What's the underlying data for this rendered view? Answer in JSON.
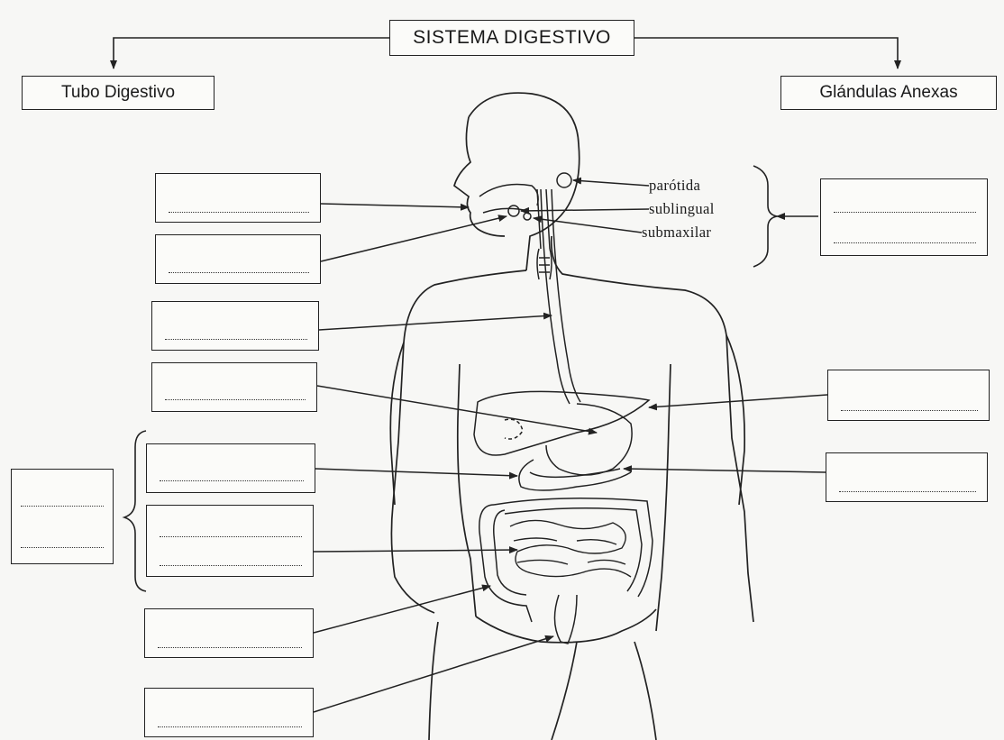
{
  "title": "SISTEMA DIGESTIVO",
  "left_header": "Tubo Digestivo",
  "right_header": "Glándulas Anexas",
  "gland_labels": {
    "parotid": "parótida",
    "sublingual": "sublingual",
    "submaxillary": "submaxilar"
  }
}
